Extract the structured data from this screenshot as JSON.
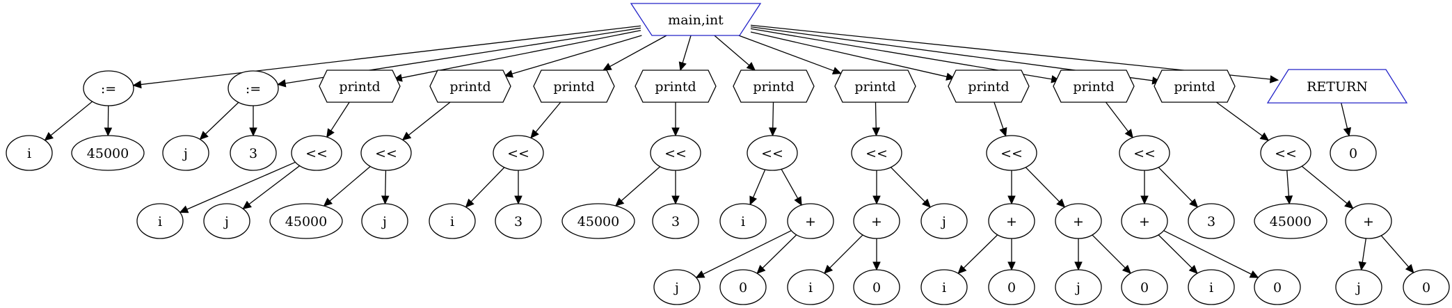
{
  "colors": {
    "function_outline": "#2323c8",
    "default_outline": "#000000",
    "text": "#000000"
  },
  "nodes": [
    {
      "id": "main",
      "label": "main,int",
      "shape": "invtrapezium",
      "color": "function_outline"
    },
    {
      "id": "a1",
      "label": ":=",
      "shape": "ellipse"
    },
    {
      "id": "a2",
      "label": ":=",
      "shape": "ellipse"
    },
    {
      "id": "p1",
      "label": "printd",
      "shape": "hexagon"
    },
    {
      "id": "p2",
      "label": "printd",
      "shape": "hexagon"
    },
    {
      "id": "p3",
      "label": "printd",
      "shape": "hexagon"
    },
    {
      "id": "p4",
      "label": "printd",
      "shape": "hexagon"
    },
    {
      "id": "p5",
      "label": "printd",
      "shape": "hexagon"
    },
    {
      "id": "p6",
      "label": "printd",
      "shape": "hexagon"
    },
    {
      "id": "p7",
      "label": "printd",
      "shape": "hexagon"
    },
    {
      "id": "p8",
      "label": "printd",
      "shape": "hexagon"
    },
    {
      "id": "p9",
      "label": "printd",
      "shape": "hexagon"
    },
    {
      "id": "ret",
      "label": "RETURN",
      "shape": "trapezium",
      "color": "function_outline"
    },
    {
      "id": "i1",
      "label": "i",
      "shape": "ellipse"
    },
    {
      "id": "n1",
      "label": "45000",
      "shape": "ellipse"
    },
    {
      "id": "j1",
      "label": "j",
      "shape": "ellipse"
    },
    {
      "id": "t1",
      "label": "3",
      "shape": "ellipse"
    },
    {
      "id": "s1",
      "label": "<<",
      "shape": "ellipse"
    },
    {
      "id": "s2",
      "label": "<<",
      "shape": "ellipse"
    },
    {
      "id": "s3",
      "label": "<<",
      "shape": "ellipse"
    },
    {
      "id": "s4",
      "label": "<<",
      "shape": "ellipse"
    },
    {
      "id": "s5",
      "label": "<<",
      "shape": "ellipse"
    },
    {
      "id": "s6",
      "label": "<<",
      "shape": "ellipse"
    },
    {
      "id": "s7",
      "label": "<<",
      "shape": "ellipse"
    },
    {
      "id": "s8",
      "label": "<<",
      "shape": "ellipse"
    },
    {
      "id": "s9",
      "label": "<<",
      "shape": "ellipse"
    },
    {
      "id": "z0",
      "label": "0",
      "shape": "ellipse"
    },
    {
      "id": "l1a",
      "label": "i",
      "shape": "ellipse"
    },
    {
      "id": "l1b",
      "label": "j",
      "shape": "ellipse"
    },
    {
      "id": "l2a",
      "label": "45000",
      "shape": "ellipse"
    },
    {
      "id": "l2b",
      "label": "j",
      "shape": "ellipse"
    },
    {
      "id": "l3a",
      "label": "i",
      "shape": "ellipse"
    },
    {
      "id": "l3b",
      "label": "3",
      "shape": "ellipse"
    },
    {
      "id": "l4a",
      "label": "45000",
      "shape": "ellipse"
    },
    {
      "id": "l4b",
      "label": "3",
      "shape": "ellipse"
    },
    {
      "id": "l5a",
      "label": "i",
      "shape": "ellipse"
    },
    {
      "id": "pl5",
      "label": "+",
      "shape": "ellipse"
    },
    {
      "id": "pl6",
      "label": "+",
      "shape": "ellipse"
    },
    {
      "id": "l6b",
      "label": "j",
      "shape": "ellipse"
    },
    {
      "id": "pl7a",
      "label": "+",
      "shape": "ellipse"
    },
    {
      "id": "pl7b",
      "label": "+",
      "shape": "ellipse"
    },
    {
      "id": "pl8",
      "label": "+",
      "shape": "ellipse"
    },
    {
      "id": "l8b",
      "label": "3",
      "shape": "ellipse"
    },
    {
      "id": "l9a",
      "label": "45000",
      "shape": "ellipse"
    },
    {
      "id": "pl9",
      "label": "+",
      "shape": "ellipse"
    },
    {
      "id": "q5a",
      "label": "j",
      "shape": "ellipse"
    },
    {
      "id": "q5b",
      "label": "0",
      "shape": "ellipse"
    },
    {
      "id": "q6a",
      "label": "i",
      "shape": "ellipse"
    },
    {
      "id": "q6b",
      "label": "0",
      "shape": "ellipse"
    },
    {
      "id": "q7a",
      "label": "i",
      "shape": "ellipse"
    },
    {
      "id": "q7b",
      "label": "0",
      "shape": "ellipse"
    },
    {
      "id": "q7c",
      "label": "j",
      "shape": "ellipse"
    },
    {
      "id": "q7d",
      "label": "0",
      "shape": "ellipse"
    },
    {
      "id": "q8a",
      "label": "i",
      "shape": "ellipse"
    },
    {
      "id": "q8b",
      "label": "0",
      "shape": "ellipse"
    },
    {
      "id": "q9a",
      "label": "j",
      "shape": "ellipse"
    },
    {
      "id": "q9b",
      "label": "0",
      "shape": "ellipse"
    }
  ],
  "edges": [
    [
      "main",
      "a1"
    ],
    [
      "main",
      "a2"
    ],
    [
      "main",
      "p1"
    ],
    [
      "main",
      "p2"
    ],
    [
      "main",
      "p3"
    ],
    [
      "main",
      "p4"
    ],
    [
      "main",
      "p5"
    ],
    [
      "main",
      "p6"
    ],
    [
      "main",
      "p7"
    ],
    [
      "main",
      "p8"
    ],
    [
      "main",
      "p9"
    ],
    [
      "main",
      "ret"
    ],
    [
      "a1",
      "i1"
    ],
    [
      "a1",
      "n1"
    ],
    [
      "a2",
      "j1"
    ],
    [
      "a2",
      "t1"
    ],
    [
      "p1",
      "s1"
    ],
    [
      "p2",
      "s2"
    ],
    [
      "p3",
      "s3"
    ],
    [
      "p4",
      "s4"
    ],
    [
      "p5",
      "s5"
    ],
    [
      "p6",
      "s6"
    ],
    [
      "p7",
      "s7"
    ],
    [
      "p8",
      "s8"
    ],
    [
      "p9",
      "s9"
    ],
    [
      "ret",
      "z0"
    ],
    [
      "s1",
      "l1a"
    ],
    [
      "s1",
      "l1b"
    ],
    [
      "s2",
      "l2a"
    ],
    [
      "s2",
      "l2b"
    ],
    [
      "s3",
      "l3a"
    ],
    [
      "s3",
      "l3b"
    ],
    [
      "s4",
      "l4a"
    ],
    [
      "s4",
      "l4b"
    ],
    [
      "s5",
      "l5a"
    ],
    [
      "s5",
      "pl5"
    ],
    [
      "s6",
      "pl6"
    ],
    [
      "s6",
      "l6b"
    ],
    [
      "s7",
      "pl7a"
    ],
    [
      "s7",
      "pl7b"
    ],
    [
      "s8",
      "pl8"
    ],
    [
      "s8",
      "l8b"
    ],
    [
      "s9",
      "l9a"
    ],
    [
      "s9",
      "pl9"
    ],
    [
      "pl5",
      "q5a"
    ],
    [
      "pl5",
      "q5b"
    ],
    [
      "pl6",
      "q6a"
    ],
    [
      "pl6",
      "q6b"
    ],
    [
      "pl7a",
      "q7a"
    ],
    [
      "pl7a",
      "q7b"
    ],
    [
      "pl7b",
      "q7c"
    ],
    [
      "pl7b",
      "q7d"
    ],
    [
      "pl8",
      "q8a"
    ],
    [
      "pl8",
      "q8b"
    ],
    [
      "pl9",
      "q9a"
    ],
    [
      "pl9",
      "q9b"
    ]
  ]
}
